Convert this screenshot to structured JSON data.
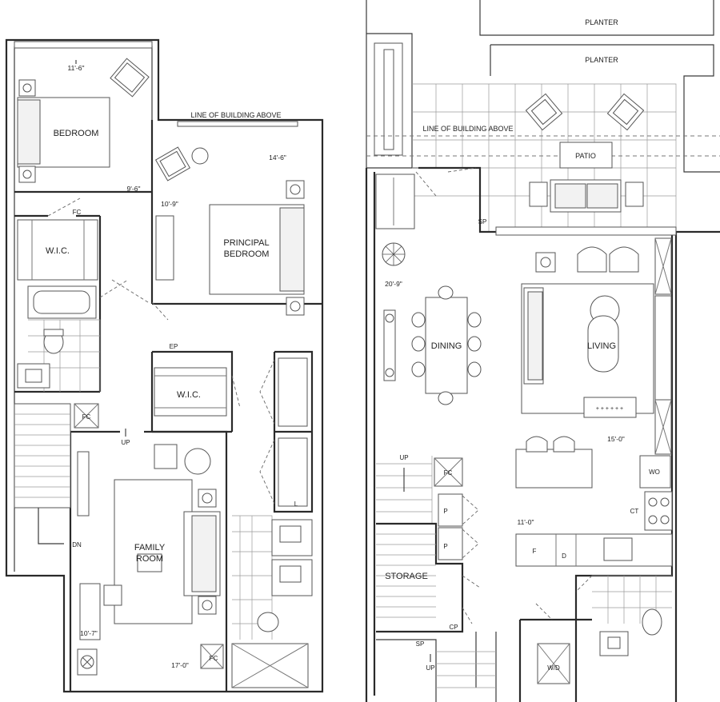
{
  "lower_unit": {
    "rooms": {
      "bedroom": "BEDROOM",
      "wic_1": "W.I.C.",
      "principal_bedroom_line1": "PRINCIPAL",
      "principal_bedroom_line2": "BEDROOM",
      "wic_2": "W.I.C.",
      "family_room_line1": "FAMILY",
      "family_room_line2": "ROOM"
    },
    "notes": {
      "line_of_building_above": "LINE OF BUILDING ABOVE",
      "fc_1": "FC",
      "fc_2": "FC",
      "ep": "EP",
      "up": "UP",
      "dn": "DN",
      "l": "L"
    },
    "dimensions": {
      "bedroom_width": "11'-6\"",
      "bedroom_depth": "9'-6\"",
      "principal_width": "14'-6\"",
      "principal_depth": "10'-9\"",
      "family_depth": "10'-7\"",
      "family_width": "17'-0\""
    }
  },
  "upper_unit": {
    "rooms": {
      "planter_1": "PLANTER",
      "planter_2": "PLANTER",
      "patio": "PATIO",
      "dining": "DINING",
      "living": "LIVING",
      "storage": "STORAGE",
      "wd": "W/D",
      "wo": "WO"
    },
    "notes": {
      "line_of_building_above": "LINE OF BUILDING ABOVE",
      "sp_1": "SP",
      "sp_2": "SP",
      "up_1": "UP",
      "up_2": "UP",
      "fc": "FC",
      "p_1": "P",
      "p_2": "P",
      "f": "F",
      "d": "D",
      "ct": "CT",
      "cp": "CP"
    },
    "dimensions": {
      "dining_depth": "20'-9\"",
      "living_width": "15'-0\"",
      "kitchen_width": "11'-0\""
    }
  }
}
